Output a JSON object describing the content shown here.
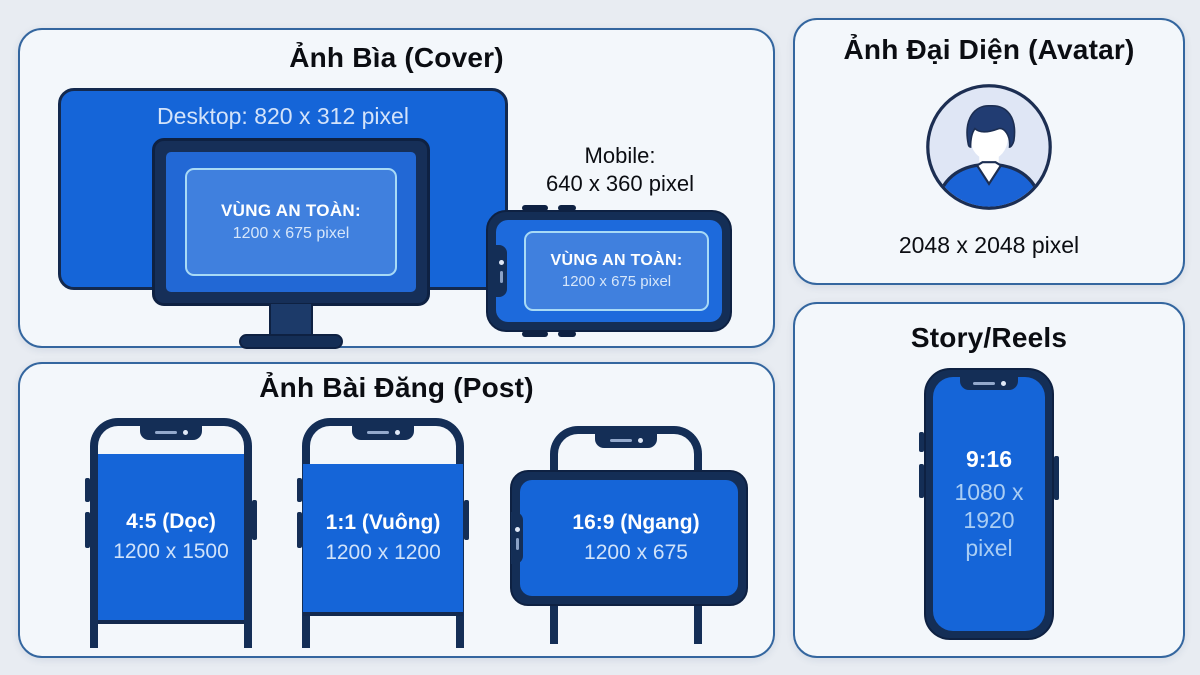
{
  "colors": {
    "page_bg": "#e8ecf2",
    "panel_bg": "#f3f7fb",
    "panel_border": "#34669f",
    "bright_blue": "#1565d8",
    "navy": "#142e56",
    "safe_zone_fill": "#4080de",
    "safe_zone_border": "#a8daf6"
  },
  "panels": {
    "cover": {
      "title": "Ảnh Bìa (Cover)",
      "desktop_label": "Desktop: 820 x 312 pixel",
      "desktop_safe": {
        "title": "VÙNG AN TOÀN:",
        "size": "1200 x 675 pixel"
      },
      "mobile_label_1": "Mobile:",
      "mobile_label_2": "640 x 360 pixel",
      "mobile_safe": {
        "title": "VÙNG AN TOÀN:",
        "size": "1200 x 675 pixel"
      }
    },
    "avatar": {
      "title": "Ảnh Đại Diện (Avatar)",
      "size": "2048 x 2048 pixel"
    },
    "post": {
      "title": "Ảnh Bài Đăng (Post)",
      "items": [
        {
          "ratio": "4:5 (Dọc)",
          "size": "1200 x 1500"
        },
        {
          "ratio": "1:1 (Vuông)",
          "size": "1200 x 1200"
        },
        {
          "ratio": "16:9 (Ngang)",
          "size": "1200 x 675"
        }
      ]
    },
    "story": {
      "title": "Story/Reels",
      "ratio": "9:16",
      "size": "1080 x 1920",
      "size_unit": "pixel"
    }
  }
}
